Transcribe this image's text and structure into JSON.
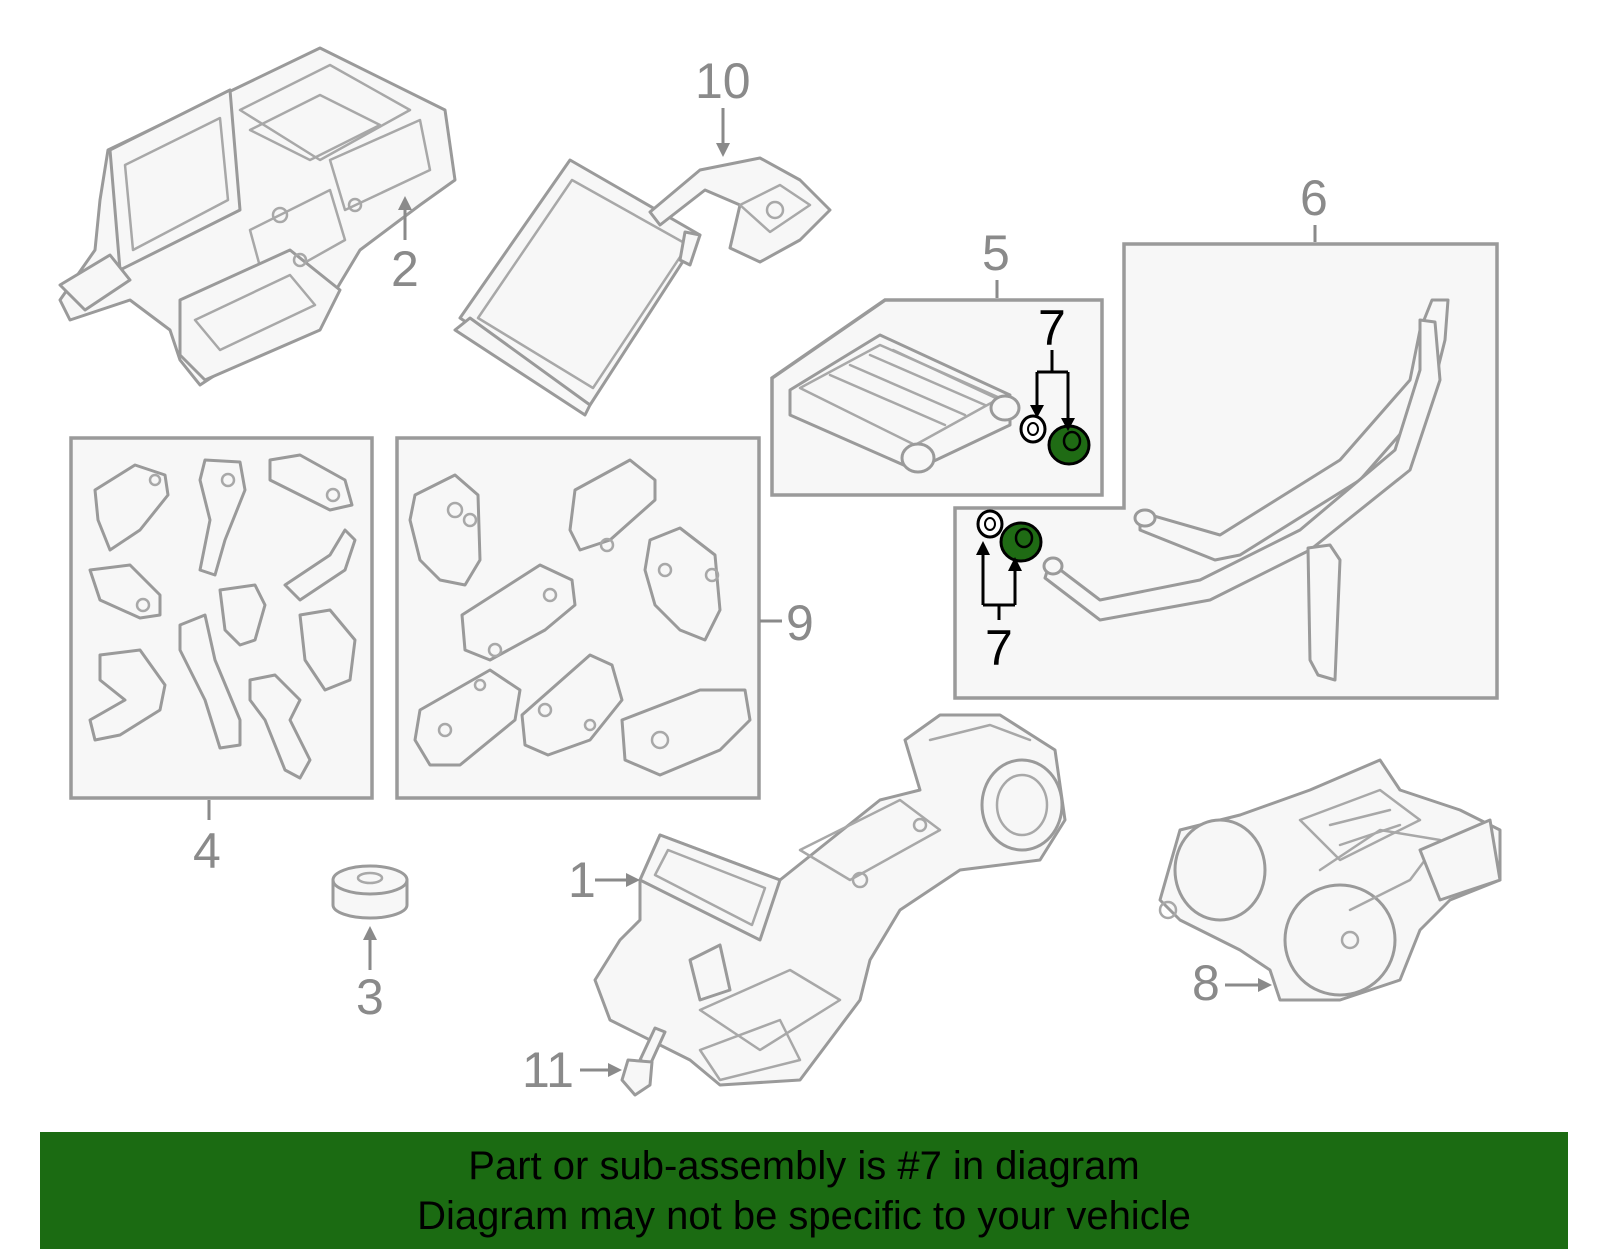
{
  "callouts": {
    "c1": "1",
    "c2": "2",
    "c3": "3",
    "c4": "4",
    "c5": "5",
    "c6": "6",
    "c7a": "7",
    "c7b": "7",
    "c8": "8",
    "c9": "9",
    "c10": "10",
    "c11": "11"
  },
  "highlighted_part": "7",
  "colors": {
    "highlight": "#1f6b14",
    "banner": "#1b6b12",
    "line_art": "#9a9a9a"
  },
  "banner": {
    "line1": "Part or sub-assembly is #7 in diagram",
    "line2": "Diagram may not be specific to your vehicle"
  }
}
